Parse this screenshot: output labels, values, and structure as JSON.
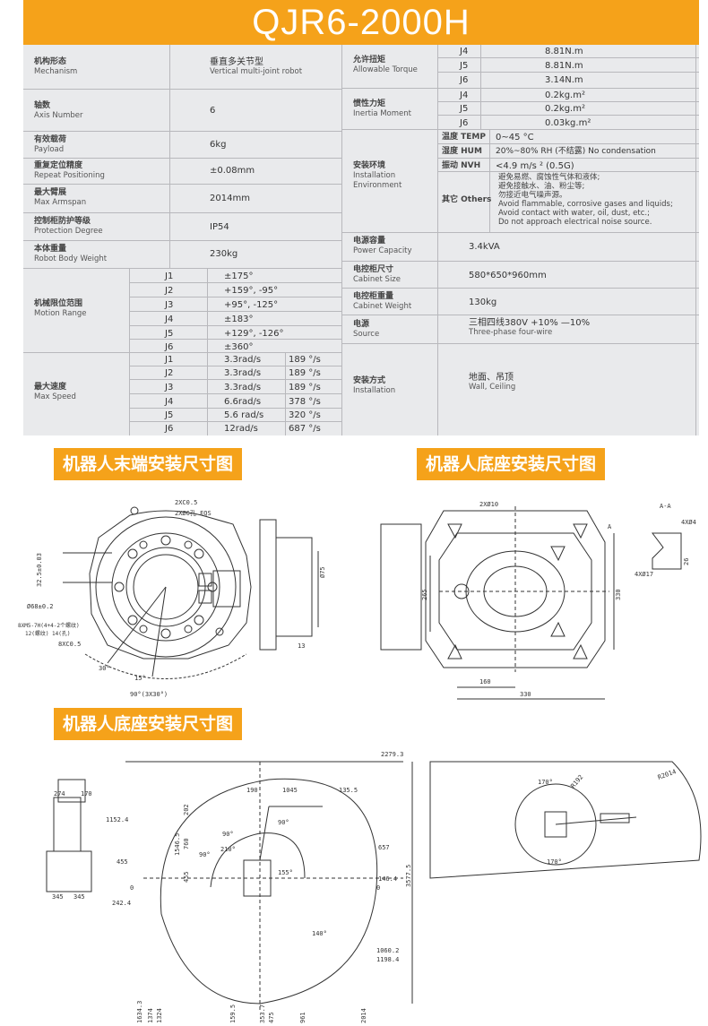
{
  "title": "QJR6-2000H",
  "left_specs": {
    "mechanism": {
      "zh": "机构形态",
      "en": "Mechanism",
      "value_zh": "垂直多关节型",
      "value_en": "Vertical multi-joint robot"
    },
    "axis_number": {
      "zh": "轴数",
      "en": "Axis Number",
      "value": "6"
    },
    "payload": {
      "zh": "有效载荷",
      "en": "Payload",
      "value": "6kg"
    },
    "repeat_positioning": {
      "zh": "重复定位精度",
      "en": "Repeat Positioning",
      "value": "±0.08mm"
    },
    "max_armspan": {
      "zh": "最大臂展",
      "en": "Max Armspan",
      "value": "2014mm"
    },
    "protection_degree": {
      "zh": "控制柜防护等级",
      "en": "Protection Degree",
      "value": "IP54"
    },
    "robot_body_weight": {
      "zh": "本体重量",
      "en": "Robot Body Weight",
      "value": "230kg"
    },
    "motion_range": {
      "zh": "机械限位范围",
      "en": "Motion Range",
      "rows": [
        {
          "joint": "J1",
          "value": "±175°"
        },
        {
          "joint": "J2",
          "value": "+159°, -95°"
        },
        {
          "joint": "J3",
          "value": "+95°, -125°"
        },
        {
          "joint": "J4",
          "value": "±183°"
        },
        {
          "joint": "J5",
          "value": "+129°, -126°"
        },
        {
          "joint": "J6",
          "value": "±360°"
        }
      ]
    },
    "max_speed": {
      "zh": "最大速度",
      "en": "Max Speed",
      "rows": [
        {
          "joint": "J1",
          "rad": "3.3rad/s",
          "deg": "189 °/s"
        },
        {
          "joint": "J2",
          "rad": "3.3rad/s",
          "deg": "189 °/s"
        },
        {
          "joint": "J3",
          "rad": "3.3rad/s",
          "deg": "189 °/s"
        },
        {
          "joint": "J4",
          "rad": "6.6rad/s",
          "deg": "378 °/s"
        },
        {
          "joint": "J5",
          "rad": "5.6 rad/s",
          "deg": "320 °/s"
        },
        {
          "joint": "J6",
          "rad": "12rad/s",
          "deg": "687 °/s"
        }
      ]
    }
  },
  "right_specs": {
    "allowable_torque": {
      "zh": "允许扭矩",
      "en": "Allowable Torque",
      "rows": [
        {
          "joint": "J4",
          "value": "8.81N.m"
        },
        {
          "joint": "J5",
          "value": "8.81N.m"
        },
        {
          "joint": "J6",
          "value": "3.14N.m"
        }
      ]
    },
    "inertia_moment": {
      "zh": "惯性力矩",
      "en": "Inertia Moment",
      "rows": [
        {
          "joint": "J4",
          "value": "0.2kg.m²"
        },
        {
          "joint": "J5",
          "value": "0.2kg.m²"
        },
        {
          "joint": "J6",
          "value": "0.03kg.m²"
        }
      ]
    },
    "installation_environment": {
      "zh": "安装环境",
      "en1": "Installation",
      "en2": "Environment",
      "temp_label": "温度 TEMP",
      "temp_value": "0~45 °C",
      "hum_label": "湿度 HUM",
      "hum_value": "20%~80% RH (不结露) No condensation",
      "nvh_label": "振动 NVH",
      "nvh_value": "<4.9 m/s ² (0.5G)",
      "others_label": "其它 Others",
      "others_lines": [
        "避免易燃、腐蚀性气体和液体;",
        "避免接触水、油、粉尘等;",
        "勿接近电气噪声源。",
        "Avoid flammable, corrosive gases and liquids;",
        "Avoid contact with water, oil, dust, etc.;",
        "Do not approach electrical noise source."
      ]
    },
    "power_capacity": {
      "zh": "电源容量",
      "en": "Power Capacity",
      "value": "3.4kVA"
    },
    "cabinet_size": {
      "zh": "电控柜尺寸",
      "en": "Cabinet Size",
      "value": "580*650*960mm"
    },
    "cabinet_weight": {
      "zh": "电控柜重量",
      "en": "Cabinet Weight",
      "value": "130kg"
    },
    "source": {
      "zh": "电源",
      "en": "Source",
      "value_zh": "三相四线380V +10% —10%",
      "value_en": "Three-phase four-wire"
    },
    "installation": {
      "zh": "安装方式",
      "en": "Installation",
      "value_zh": "地面、吊顶",
      "value_en": "Wall, Ceiling"
    }
  },
  "section_labels": {
    "end_flange": "机器人末端安装尺寸图",
    "base_top": "机器人底座安装尺寸图",
    "base_bottom": "机器人底座安装尺寸图"
  },
  "flange_drawing": {
    "chamfer_top": "2XC0.5",
    "pin_note": "2XØ6孔  EQS",
    "dim_32_5": "32.5±0.03",
    "dim_68": "Ø68±0.2",
    "thread_note1": "8XM5-7H(4+4-2个螺纹)",
    "thread_note2": "12(螺纹) 14(孔)",
    "chamfer_bottom": "8XC0.5",
    "angle_30": "30°",
    "angle_15": "15°",
    "angle_90": "90°(3X30°)",
    "dia_75": "Ø75",
    "dim_13": "13"
  },
  "base_drawing": {
    "hole_note": "2XØ10",
    "dim_265": "265",
    "dim_330_v": "330",
    "dim_160": "160",
    "dim_330_h": "330",
    "section": "A-A",
    "section_a": "A",
    "hole_top": "4XØ4",
    "hole_bottom": "4XØ17",
    "dim_26": "26"
  },
  "reach_drawing": {
    "dim_274": "274",
    "dim_170": "170",
    "dim_345a": "345",
    "dim_345b": "345",
    "d_2279": "2279.3",
    "d_190": "190",
    "d_1045": "1045",
    "d_135": "135.5",
    "d_1152": "1152.4",
    "d_202": "202",
    "d_1546": "1546.5",
    "d_760": "760",
    "d_455l": "455",
    "d_455": "455",
    "d_0l": "0",
    "d_0r": "0",
    "d_242": "242.4",
    "d_657": "657",
    "d_146": "146.4",
    "d_3577": "3577.5",
    "d_1060": "1060.2",
    "d_1198": "1198.4",
    "d_1634": "1634.3",
    "d_1374": "1374",
    "d_1324": "1324",
    "d_159": "159.5",
    "d_353": "353.7",
    "d_475": "475",
    "d_961": "961",
    "d_2014": "2014",
    "a_90a": "90°",
    "a_90b": "90°",
    "a_210": "210°",
    "a_90c": "90°",
    "a_155": "155°",
    "a_140": "140°",
    "t_170a": "170°",
    "t_170b": "170°",
    "t_r192": "R192",
    "t_r2014": "R2014"
  }
}
